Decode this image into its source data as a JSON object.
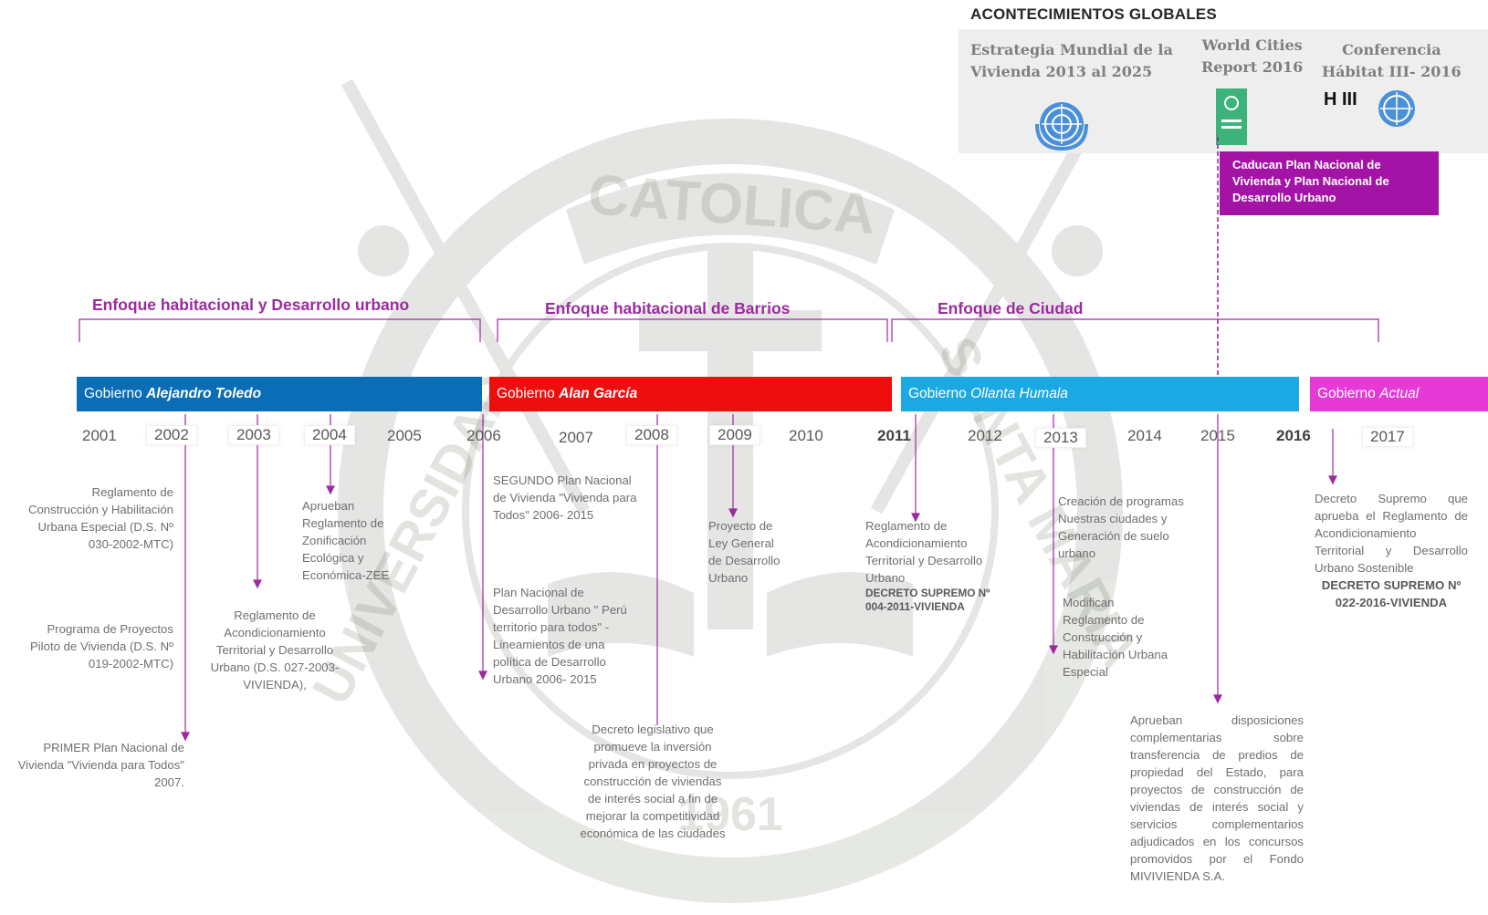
{
  "global": {
    "title": "ACONTECIMIENTOS GLOBALES",
    "items": [
      {
        "line1": "Estrategia Mundial de la",
        "line2": "Vivienda 2013 al 2025",
        "logo": "un-emblem-icon"
      },
      {
        "line1": "World Cities",
        "line2": "Report 2016",
        "logo": "world-cities-report-icon"
      },
      {
        "line1": "Conferencia",
        "line2": "Hábitat III- 2016",
        "logo": "habitat-iii-logo"
      }
    ],
    "hiii_text": "H III",
    "caducan": "Caducan Plan Nacional de Vivienda y Plan Nacional de Desarrollo Urbano"
  },
  "approaches": [
    {
      "label": "Enfoque habitacional y  Desarrollo urbano"
    },
    {
      "label": "Enfoque habitacional de Barrios"
    },
    {
      "label": "Enfoque de Ciudad"
    }
  ],
  "governments": [
    {
      "prefix": "Gobierno ",
      "name": "Alejandro Toledo",
      "color": "#0a6db5"
    },
    {
      "prefix": "Gobierno ",
      "name": "Alan García",
      "color": "#ee0e0e"
    },
    {
      "prefix": "Gobierno ",
      "name": "Ollanta Humala",
      "color": "#1ca9e3"
    },
    {
      "prefix": "Gobierno ",
      "name": "Actual",
      "color": "#e63ad6"
    }
  ],
  "years": [
    "2001",
    "2002",
    "2003",
    "2004",
    "2005",
    "2006",
    "2007",
    "2008",
    "2009",
    "2010",
    "2011",
    "2012",
    "2013",
    "2014",
    "2015",
    "2016",
    "2017"
  ],
  "events": {
    "e2002a": "Reglamento de Construcción y Habilitación Urbana Especial (D.S. Nº 030-2002-MTC)",
    "e2002b": "Programa de Proyectos Piloto de Vivienda (D.S. Nº 019-2002-MTC)",
    "e2002c": "PRIMER Plan Nacional de Vivienda \"Vivienda para Todos\" 2007.",
    "e2003": "Reglamento de Acondicionamiento Territorial y Desarrollo Urbano (D.S. 027-2003-VIVIENDA),",
    "e2004": "Aprueban Reglamento de Zonificación Ecológica y Económica-ZEE",
    "e2006a": "SEGUNDO Plan Nacional de Vivienda \"Vivienda para Todos\" 2006- 2015",
    "e2006b": "Plan Nacional de Desarrollo Urbano \" Perú territorio para todos\" -Lineamientos de una política de Desarrollo Urbano 2006- 2015",
    "e2008": "Decreto legislativo que promueve la inversión privada en proyectos de construcción de viviendas de interés social a fin de mejorar la competitividad económica de las ciudades",
    "e2009": "Proyecto de Ley General de Desarrollo Urbano",
    "e2011": "Reglamento de Acondicionamiento Territorial y Desarrollo Urbano",
    "e2011_strong": "DECRETO SUPREMO Nº 004-2011-VIVIENDA",
    "e2013a": "Creación de programas Nuestras ciudades y Generación de suelo urbano",
    "e2013b": "Modifican Reglamento de Construcción y Habilitación Urbana Especial",
    "e2015": "Aprueban disposiciones complementarias sobre transferencia de predios de propiedad del Estado, para proyectos de construcción de viviendas de interés social y servicios complementarios adjudicados en los concursos promovidos por el Fondo MIVIVIENDA S.A.",
    "e2017": "Decreto Supremo que aprueba el Reglamento de Acondicionamiento Territorial y Desarrollo Urbano Sostenible",
    "e2017_strong": "DECRETO SUPREMO Nº 022-2016-VIVIENDA"
  },
  "watermark": {
    "top_text": "CATOLICA",
    "left_text": "UNIVERSIDAD",
    "right_text": "SANTA MARIA",
    "year_text": "1961"
  },
  "colors": {
    "approach": "#9c2aa0",
    "connector": "#9c2aa0",
    "caducan": "#a314a6"
  }
}
